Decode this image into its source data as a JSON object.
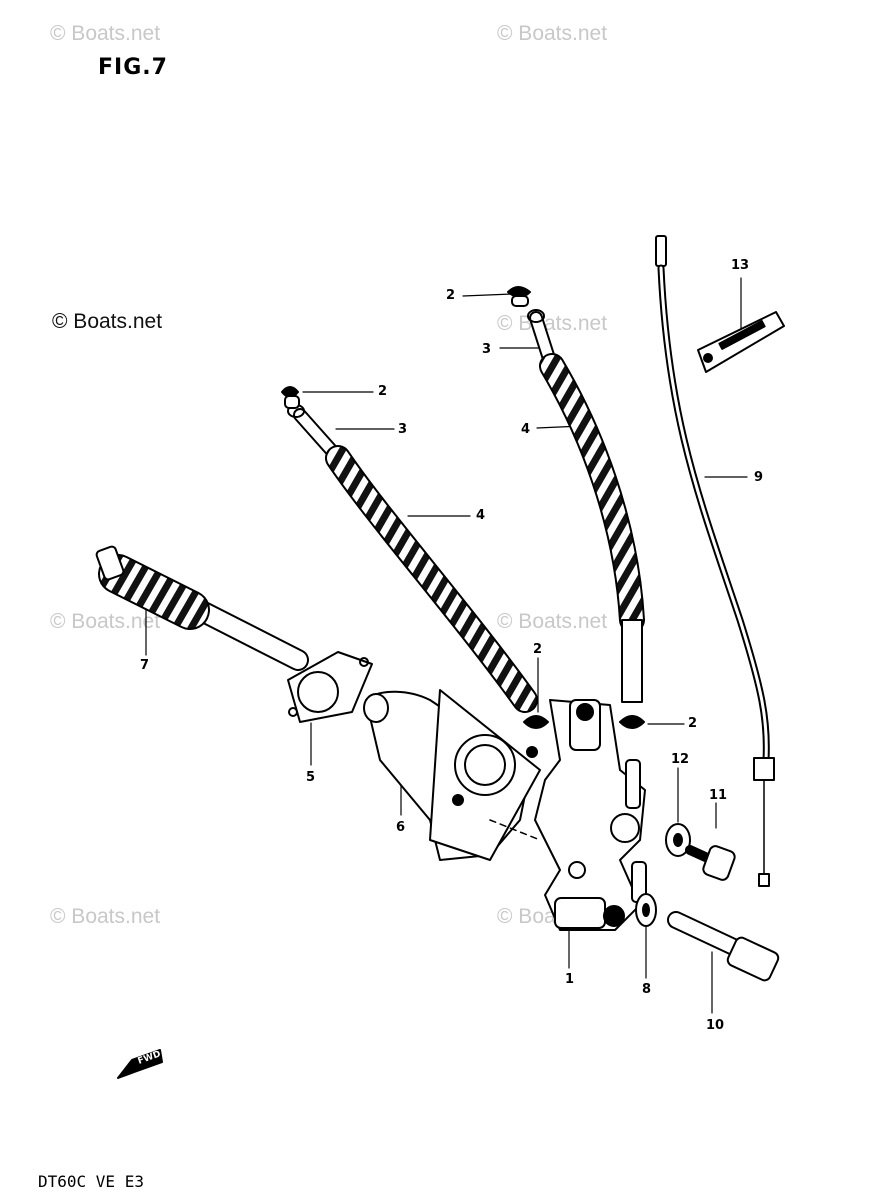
{
  "figure": {
    "title": "FIG.7",
    "model_code": "DT60C VE E3",
    "fwd_label": "FWD"
  },
  "watermarks": [
    "© Boats.net",
    "© Boats.net",
    "© Boats.net",
    "© Boats.net",
    "© Boats.net",
    "© Boats.net",
    "© Boats.net",
    "© Boats.net"
  ],
  "callouts": [
    "1",
    "2",
    "2",
    "2",
    "2",
    "3",
    "3",
    "4",
    "4",
    "5",
    "6",
    "7",
    "8",
    "9",
    "10",
    "11",
    "12",
    "13"
  ]
}
